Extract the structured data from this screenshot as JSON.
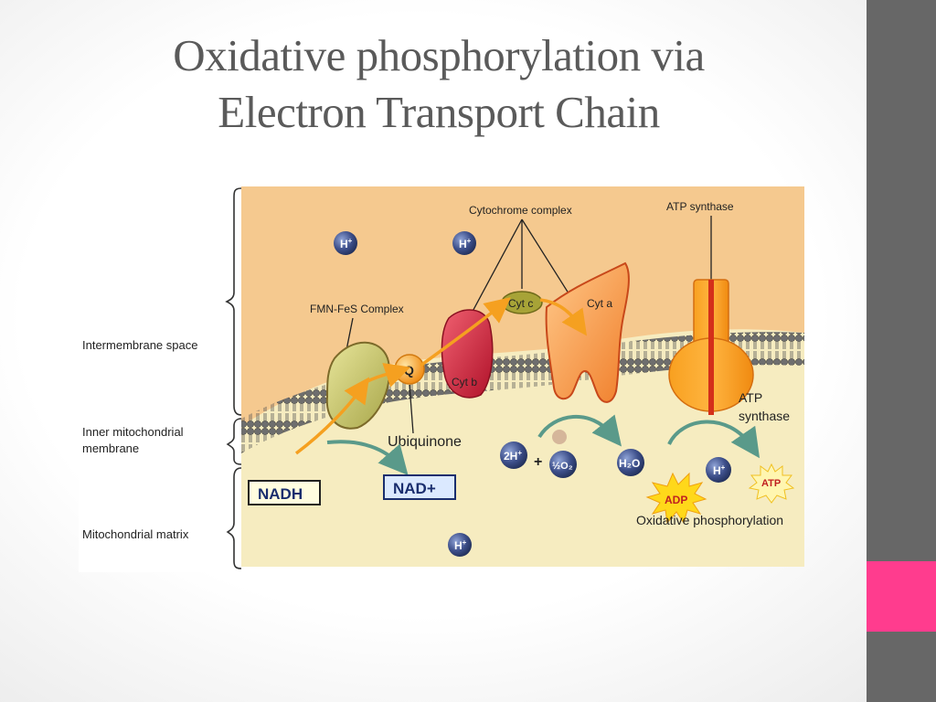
{
  "slide": {
    "title_line1": "Oxidative phosphorylation via",
    "title_line2": "Electron Transport Chain",
    "colors": {
      "sidebar": "#676767",
      "accent": "#ff3c8e",
      "intermembrane": "#f5c98f",
      "matrix": "#f6ecc0"
    }
  },
  "diagram": {
    "regions": {
      "intermembrane": "Intermembrane space",
      "inner_membrane_line1": "Inner mitochondrial",
      "inner_membrane_line2": "membrane",
      "matrix": "Mitochondrial matrix"
    },
    "complexes": {
      "fmn": "FMN-FeS Complex",
      "cytochrome": "Cytochrome complex",
      "atp_synthase_top": "ATP synthase",
      "atp_line1": "ATP",
      "atp_line2": "synthase",
      "cyt_b": "Cyt b",
      "cyt_c": "Cyt c",
      "cyt_a": "Cyt a",
      "q": "Q",
      "ubiquinone": "Ubiquinone"
    },
    "molecules": {
      "hplus": "H",
      "hplus_sup": "+",
      "nadh": "NADH",
      "nad": "NAD+",
      "two_h": "2H",
      "plus": "+",
      "half_o2": "½O₂",
      "water": "H₂O",
      "adp": "ADP",
      "atp": "ATP"
    },
    "caption": "Oxidative phosphorylation"
  }
}
